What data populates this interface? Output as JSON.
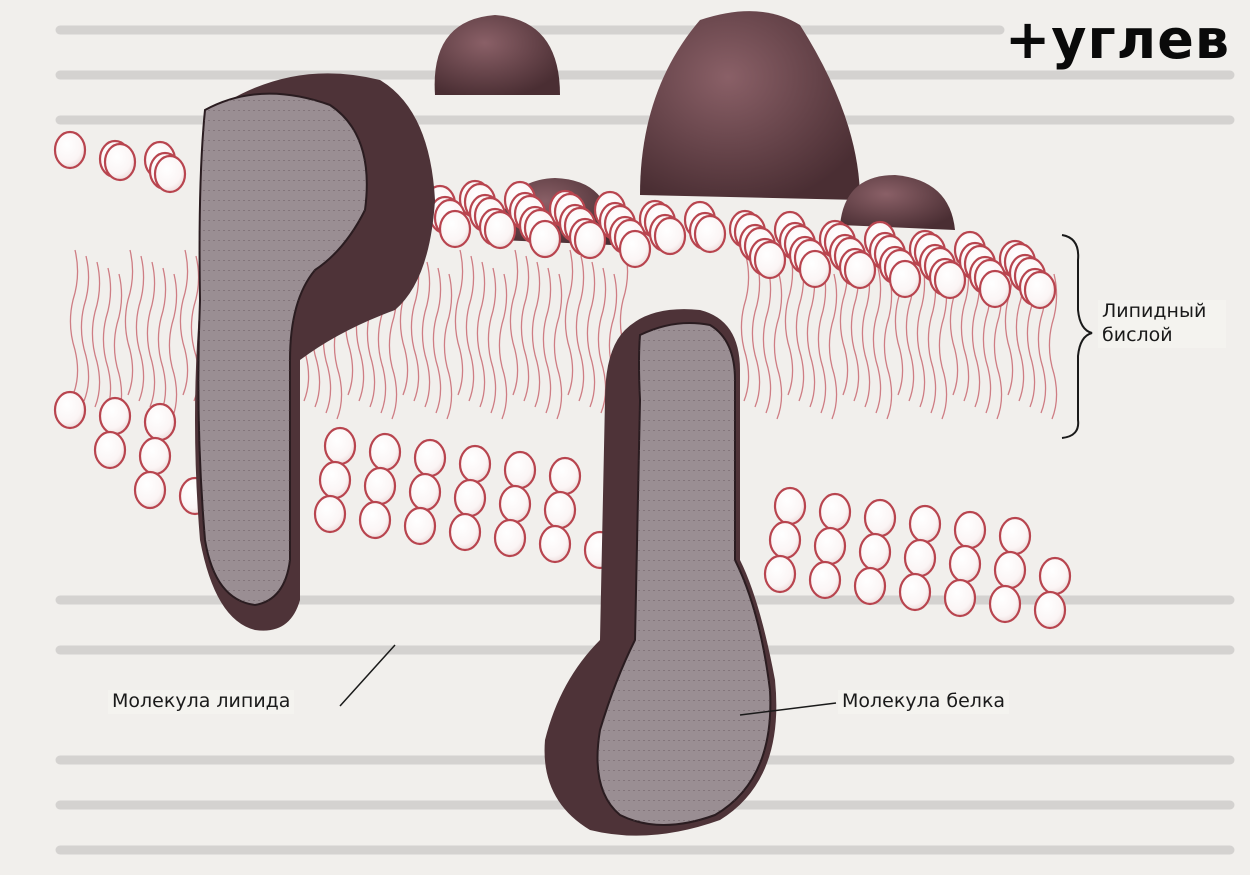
{
  "overlay": {
    "text": "+углев"
  },
  "labels": {
    "bilayer_line1": "Липидный",
    "bilayer_line2": "бислой",
    "lipid": "Молекула липида",
    "protein": "Молекула белка"
  },
  "colors": {
    "lipid_head": "#b8454f",
    "protein_dark": "#6e4a50",
    "protein_light": "#9a8e93",
    "background": "#f1efec"
  }
}
